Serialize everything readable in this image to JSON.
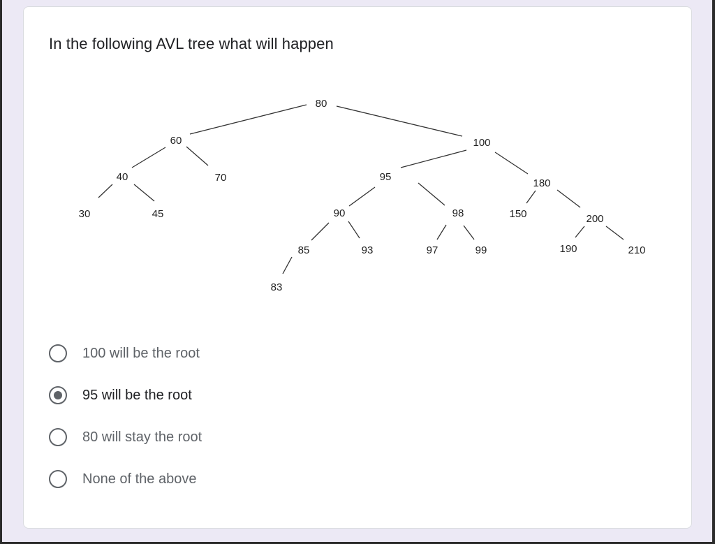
{
  "question": {
    "title": "In the following AVL tree what will happen"
  },
  "tree": {
    "nodes": {
      "n80": "80",
      "n60": "60",
      "n100": "100",
      "n40": "40",
      "n70": "70",
      "n95": "95",
      "n180": "180",
      "n30": "30",
      "n45": "45",
      "n90": "90",
      "n98": "98",
      "n150": "150",
      "n200": "200",
      "n85": "85",
      "n93": "93",
      "n97": "97",
      "n99": "99",
      "n190": "190",
      "n210": "210",
      "n83": "83"
    }
  },
  "options": [
    {
      "label": "100 will be the root",
      "selected": false
    },
    {
      "label": "95 will be the root",
      "selected": true
    },
    {
      "label": "80 will stay the root",
      "selected": false
    },
    {
      "label": "None of the above",
      "selected": false
    }
  ]
}
